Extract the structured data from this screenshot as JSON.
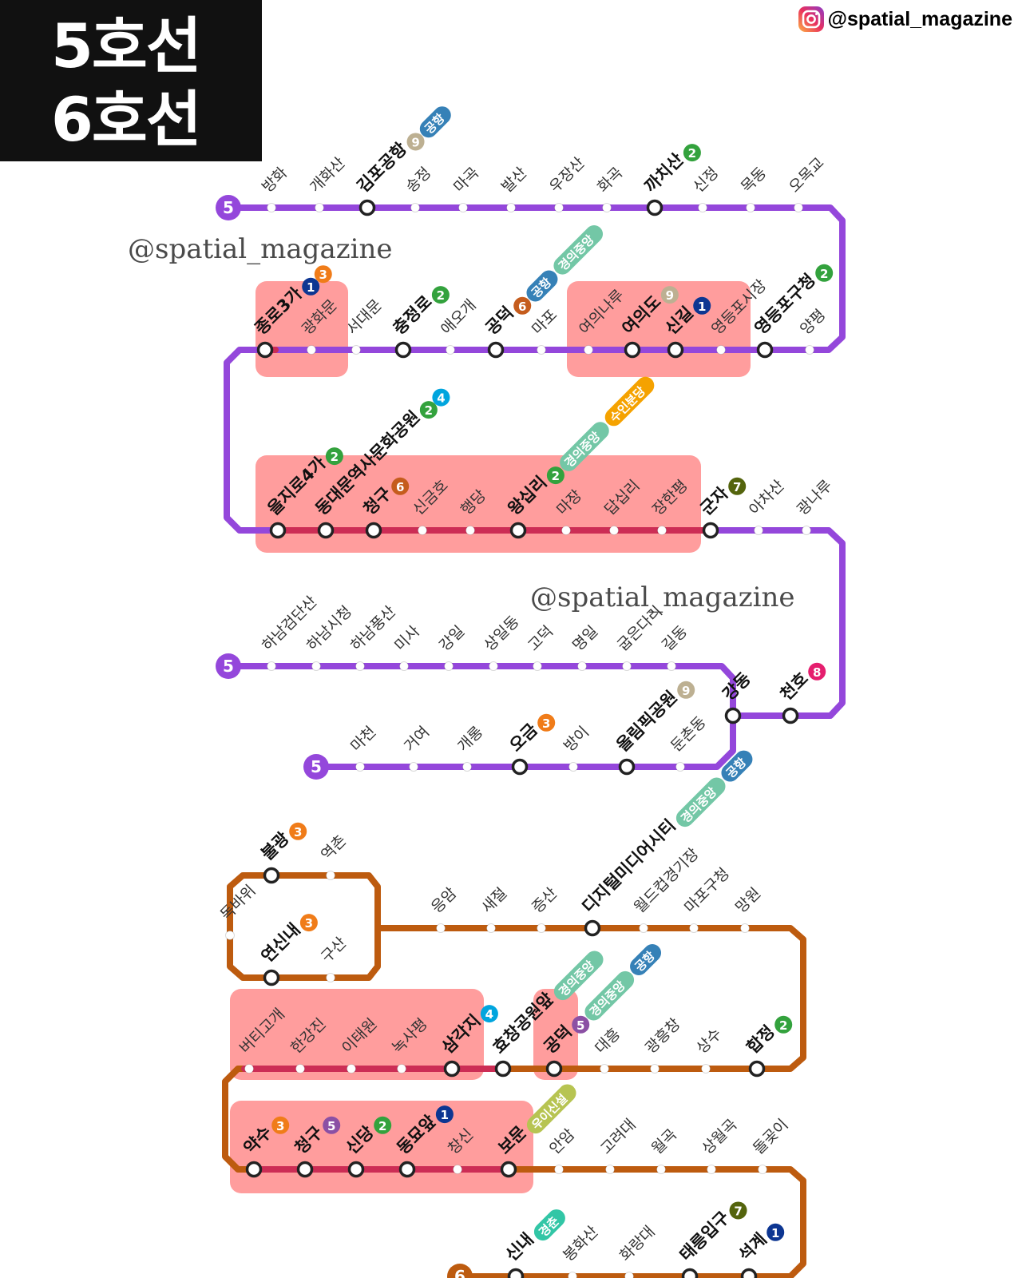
{
  "title": {
    "line1": "5호선",
    "line2": "6호선"
  },
  "handle": {
    "text": "@spatial_magazine",
    "icon": "instagram-icon"
  },
  "watermarks": [
    "@spatial_magazine",
    "@spatial_magazine"
  ],
  "colors": {
    "line5": "#9447db",
    "line6": "#bd5b0f",
    "highlight": "#ff4d4d",
    "overlap": "#cc2d55"
  },
  "badges": {
    "1": "#0d3692",
    "2": "#33a23d",
    "3": "#f07c19",
    "4": "#00a5de",
    "5": "#8b50a4",
    "6": "#c55c1d",
    "7": "#54640d",
    "8": "#e51e6e",
    "9": "#bdb092",
    "공항": "#3681b7",
    "경의중앙": "#73c7a6",
    "수인분당": "#f5a200",
    "경춘": "#32c6a6",
    "우이신설": "#b7c452"
  },
  "line5_end_badge": "5",
  "line6_end_badge": "6",
  "line5_rows": [
    [
      {
        "name": "방화",
        "major": false
      },
      {
        "name": "개화산",
        "major": false
      },
      {
        "name": "김포공항",
        "major": true,
        "transfers": [
          "9",
          "공항"
        ]
      },
      {
        "name": "송정",
        "major": false
      },
      {
        "name": "마곡",
        "major": false
      },
      {
        "name": "발산",
        "major": false
      },
      {
        "name": "우장산",
        "major": false
      },
      {
        "name": "화곡",
        "major": false
      },
      {
        "name": "까치산",
        "major": true,
        "transfers": [
          "2"
        ]
      },
      {
        "name": "신정",
        "major": false
      },
      {
        "name": "목동",
        "major": false
      },
      {
        "name": "오목교",
        "major": false
      }
    ],
    [
      {
        "name": "종로3가",
        "major": true,
        "transfers": [
          "1",
          "3"
        ]
      },
      {
        "name": "광화문",
        "major": false
      },
      {
        "name": "서대문",
        "major": false
      },
      {
        "name": "충정로",
        "major": true,
        "transfers": [
          "2"
        ]
      },
      {
        "name": "애오개",
        "major": false
      },
      {
        "name": "공덕",
        "major": true,
        "transfers": [
          "6",
          "공항",
          "경의중앙"
        ]
      },
      {
        "name": "마포",
        "major": false
      },
      {
        "name": "여의나루",
        "major": false
      },
      {
        "name": "여의도",
        "major": true,
        "transfers": [
          "9"
        ]
      },
      {
        "name": "신길",
        "major": true,
        "transfers": [
          "1"
        ]
      },
      {
        "name": "영등포시장",
        "major": false
      },
      {
        "name": "영등포구청",
        "major": true,
        "transfers": [
          "2"
        ]
      },
      {
        "name": "양평",
        "major": false
      }
    ],
    [
      {
        "name": "을지로4가",
        "major": true,
        "transfers": [
          "2"
        ]
      },
      {
        "name": "동대문역사문화공원",
        "major": true,
        "transfers": [
          "2",
          "4"
        ]
      },
      {
        "name": "청구",
        "major": true,
        "transfers": [
          "6"
        ]
      },
      {
        "name": "신금호",
        "major": false
      },
      {
        "name": "행당",
        "major": false
      },
      {
        "name": "왕십리",
        "major": true,
        "transfers": [
          "2",
          "경의중앙",
          "수인분당"
        ]
      },
      {
        "name": "마장",
        "major": false
      },
      {
        "name": "답십리",
        "major": false
      },
      {
        "name": "장한평",
        "major": false
      },
      {
        "name": "군자",
        "major": true,
        "transfers": [
          "7"
        ]
      },
      {
        "name": "아차산",
        "major": false
      },
      {
        "name": "광나루",
        "major": false
      }
    ],
    [
      {
        "name": "하남검단산",
        "major": false
      },
      {
        "name": "하남시청",
        "major": false
      },
      {
        "name": "하남풍산",
        "major": false
      },
      {
        "name": "미사",
        "major": false
      },
      {
        "name": "강일",
        "major": false
      },
      {
        "name": "상일동",
        "major": false
      },
      {
        "name": "고덕",
        "major": false
      },
      {
        "name": "명일",
        "major": false
      },
      {
        "name": "굽은다리",
        "major": false
      },
      {
        "name": "길동",
        "major": false
      }
    ],
    [
      {
        "name": "강동",
        "major": true
      },
      {
        "name": "천호",
        "major": true,
        "transfers": [
          "8"
        ]
      }
    ],
    [
      {
        "name": "마천",
        "major": false
      },
      {
        "name": "거여",
        "major": false
      },
      {
        "name": "개롱",
        "major": false
      },
      {
        "name": "오금",
        "major": true,
        "transfers": [
          "3"
        ]
      },
      {
        "name": "방이",
        "major": false
      },
      {
        "name": "올림픽공원",
        "major": true,
        "transfers": [
          "9"
        ]
      },
      {
        "name": "둔촌동",
        "major": false
      }
    ]
  ],
  "line6_rows": [
    [
      {
        "name": "불광",
        "major": true,
        "transfers": [
          "3"
        ]
      },
      {
        "name": "역촌",
        "major": false
      },
      {
        "name": "독바위",
        "major": false
      },
      {
        "name": "연신내",
        "major": true,
        "transfers": [
          "3"
        ]
      },
      {
        "name": "구산",
        "major": false
      }
    ],
    [
      {
        "name": "응암",
        "major": false
      },
      {
        "name": "새절",
        "major": false
      },
      {
        "name": "증산",
        "major": false
      },
      {
        "name": "디지털미디어시티",
        "major": true,
        "transfers": [
          "경의중앙",
          "공항"
        ]
      },
      {
        "name": "월드컵경기장",
        "major": false
      },
      {
        "name": "마포구청",
        "major": false
      },
      {
        "name": "망원",
        "major": false
      }
    ],
    [
      {
        "name": "버티고개",
        "major": false
      },
      {
        "name": "한강진",
        "major": false
      },
      {
        "name": "이태원",
        "major": false
      },
      {
        "name": "녹사평",
        "major": false
      },
      {
        "name": "삼각지",
        "major": true,
        "transfers": [
          "4"
        ]
      },
      {
        "name": "효창공원앞",
        "major": true,
        "transfers": [
          "경의중앙"
        ]
      },
      {
        "name": "공덕",
        "major": true,
        "transfers": [
          "5",
          "경의중앙",
          "공항"
        ]
      },
      {
        "name": "대흥",
        "major": false
      },
      {
        "name": "광흥창",
        "major": false
      },
      {
        "name": "상수",
        "major": false
      },
      {
        "name": "합정",
        "major": true,
        "transfers": [
          "2"
        ]
      }
    ],
    [
      {
        "name": "약수",
        "major": true,
        "transfers": [
          "3"
        ]
      },
      {
        "name": "청구",
        "major": true,
        "transfers": [
          "5"
        ]
      },
      {
        "name": "신당",
        "major": true,
        "transfers": [
          "2"
        ]
      },
      {
        "name": "동묘앞",
        "major": true,
        "transfers": [
          "1"
        ]
      },
      {
        "name": "창신",
        "major": false
      },
      {
        "name": "보문",
        "major": true,
        "transfers": [
          "우이신설"
        ]
      },
      {
        "name": "안암",
        "major": false
      },
      {
        "name": "고려대",
        "major": false
      },
      {
        "name": "월곡",
        "major": false
      },
      {
        "name": "상월곡",
        "major": false
      },
      {
        "name": "돌곶이",
        "major": false
      }
    ],
    [
      {
        "name": "신내",
        "major": true,
        "transfers": [
          "경춘"
        ]
      },
      {
        "name": "봉화산",
        "major": false
      },
      {
        "name": "화랑대",
        "major": false
      },
      {
        "name": "태릉입구",
        "major": true,
        "transfers": [
          "7"
        ]
      },
      {
        "name": "석계",
        "major": true,
        "transfers": [
          "1"
        ]
      }
    ]
  ]
}
